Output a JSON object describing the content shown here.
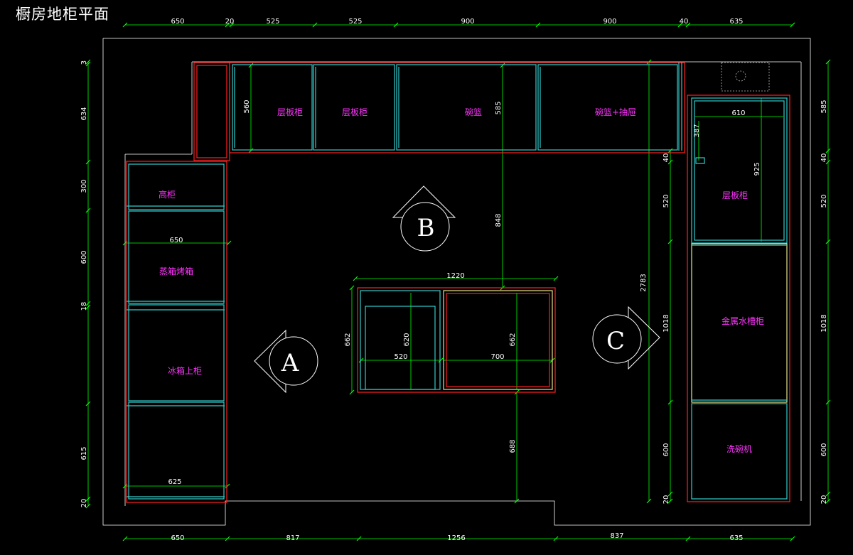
{
  "title": "橱房地柜平面",
  "colors": {
    "background": "#000000",
    "dimension": "#00ff00",
    "cabinet_outer": "#ff2020",
    "cabinet_inner": "#33cccc",
    "label": "#ff33ff",
    "room": "#ffffff",
    "sink_edge": "#e6e68c",
    "hidden": "#bbbbbb"
  },
  "top_dims": [
    "650",
    "20",
    "525",
    "525",
    "900",
    "900",
    "40",
    "635"
  ],
  "bottom_dims": [
    "650",
    "817",
    "1256",
    "837",
    "635"
  ],
  "left_dims": [
    "3",
    "634",
    "300",
    "600",
    "18",
    "615",
    "20"
  ],
  "right_dims": [
    "585",
    "40",
    "520",
    "1018",
    "600",
    "20"
  ],
  "inner_dims": {
    "back_depth": "560",
    "center_depth": "585",
    "aisle_b": "848",
    "width_650": "650",
    "width_625": "625",
    "island_width": "1220",
    "island_depth": "662",
    "island_inner_depth": "620",
    "island_inner_depth2": "662",
    "island_left": "520",
    "island_right": "700",
    "aisle_bottom": "688",
    "right_total": "2783",
    "right_top": "610",
    "right_387": "387",
    "right_925": "925",
    "right_40": "40",
    "right_520": "520",
    "right_1018": "1018",
    "right_600": "600",
    "right_20": "20"
  },
  "labels": {
    "shelf1": "层板柜",
    "shelf2": "层板柜",
    "basket": "碗篮",
    "basket_drawer": "碗篮+抽屉",
    "tall": "高柜",
    "oven": "蒸箱烤箱",
    "fridge": "冰箱上柜",
    "shelf_right": "层板柜",
    "sink": "金属水槽柜",
    "dishwasher": "洗碗机"
  },
  "markers": {
    "a": "A",
    "b": "B",
    "c": "C"
  }
}
